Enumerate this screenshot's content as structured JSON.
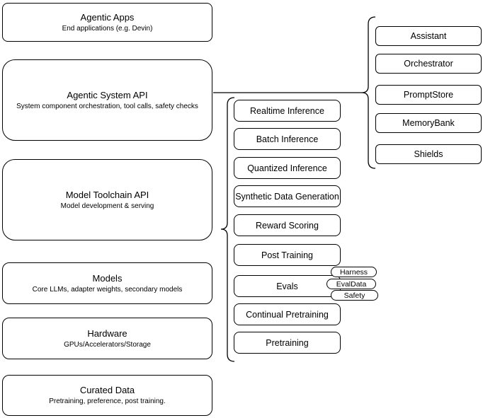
{
  "left_stack": [
    {
      "title": "Agentic Apps",
      "subtitle": "End applications (e.g. Devin)"
    },
    {
      "title": "Agentic System API",
      "subtitle": "System component orchestration, tool calls, safety checks"
    },
    {
      "title": "Model Toolchain API",
      "subtitle": "Model development & serving"
    },
    {
      "title": "Models",
      "subtitle": "Core LLMs, adapter weights, secondary models"
    },
    {
      "title": "Hardware",
      "subtitle": "GPUs/Accelerators/Storage"
    },
    {
      "title": "Curated Data",
      "subtitle": "Pretraining, preference, post training."
    }
  ],
  "toolchain_items": [
    "Realtime Inference",
    "Batch Inference",
    "Quantized Inference",
    "Synthetic Data Generation",
    "Reward Scoring",
    "Post Training",
    "Evals",
    "Continual Pretraining",
    "Pretraining"
  ],
  "evals_tags": [
    "Harness",
    "EvalData",
    "Safety"
  ],
  "system_components": [
    "Assistant",
    "Orchestrator",
    "PromptStore",
    "MemoryBank",
    "Shields"
  ],
  "colors": {
    "stroke": "#000000",
    "fill": "#ffffff",
    "text": "#000000"
  }
}
